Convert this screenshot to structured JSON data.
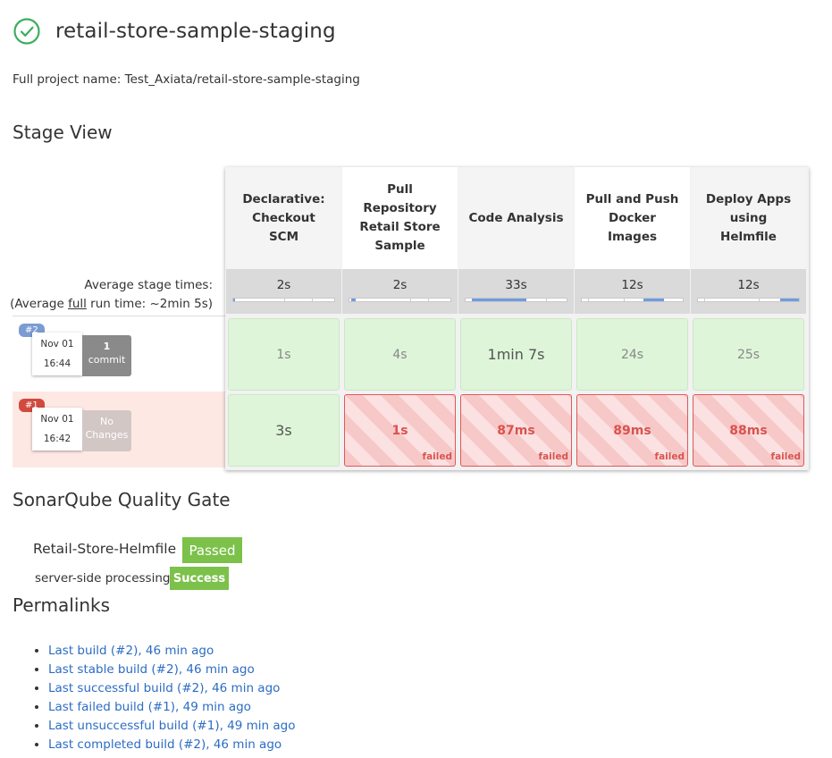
{
  "header": {
    "title": "retail-store-sample-staging",
    "status_icon": "check-circle-icon",
    "status_color": "#3cae5d"
  },
  "project": {
    "full_name_text": "Full project name: Test_Axiata/retail-store-sample-staging"
  },
  "stage_view": {
    "title": "Stage View",
    "avg_label_line1": "Average stage times:",
    "avg_label_prefix": "(Average ",
    "avg_label_full": "full",
    "avg_label_suffix": " run time: ~2min 5s)",
    "stages": [
      {
        "name": "Declarative: Checkout SCM",
        "avg": "2s"
      },
      {
        "name": "Pull Repository Retail Store Sample",
        "avg": "2s"
      },
      {
        "name": "Code Analysis",
        "avg": "33s"
      },
      {
        "name": "Pull and Push Docker Images",
        "avg": "12s"
      },
      {
        "name": "Deploy Apps using Helmfile",
        "avg": "12s"
      }
    ],
    "runs": [
      {
        "number": "#2",
        "date": "Nov 01",
        "time": "16:44",
        "changes_count": "1",
        "changes_label": "commit",
        "results": [
          {
            "text": "1s",
            "status": "success"
          },
          {
            "text": "4s",
            "status": "success"
          },
          {
            "text": "1min 7s",
            "status": "success"
          },
          {
            "text": "24s",
            "status": "success"
          },
          {
            "text": "25s",
            "status": "success"
          }
        ]
      },
      {
        "number": "#1",
        "date": "Nov 01",
        "time": "16:42",
        "changes_count": "No",
        "changes_label": "Changes",
        "results": [
          {
            "text": "3s",
            "status": "success"
          },
          {
            "text": "1s",
            "status": "failed",
            "flag": "failed"
          },
          {
            "text": "87ms",
            "status": "failed",
            "flag": "failed"
          },
          {
            "text": "89ms",
            "status": "failed",
            "flag": "failed"
          },
          {
            "text": "88ms",
            "status": "failed",
            "flag": "failed"
          }
        ]
      }
    ],
    "colors": {
      "success_bg": "#def5d9",
      "failed_border": "#e05858",
      "failed_text": "#d9534f",
      "progress": "#6f9be0"
    }
  },
  "sonarqube": {
    "title": "SonarQube Quality Gate",
    "project": "Retail-Store-Helmfile",
    "gate_status": "Passed",
    "server_label": "server-side processing:",
    "server_status": "Success",
    "status_color": "#7cc14a"
  },
  "permalinks": {
    "title": "Permalinks",
    "links": [
      "Last build (#2), 46 min ago",
      "Last stable build (#2), 46 min ago",
      "Last successful build (#2), 46 min ago",
      "Last failed build (#1), 49 min ago",
      "Last unsuccessful build (#1), 49 min ago",
      "Last completed build (#2), 46 min ago"
    ],
    "link_color": "#2c6cc4"
  }
}
